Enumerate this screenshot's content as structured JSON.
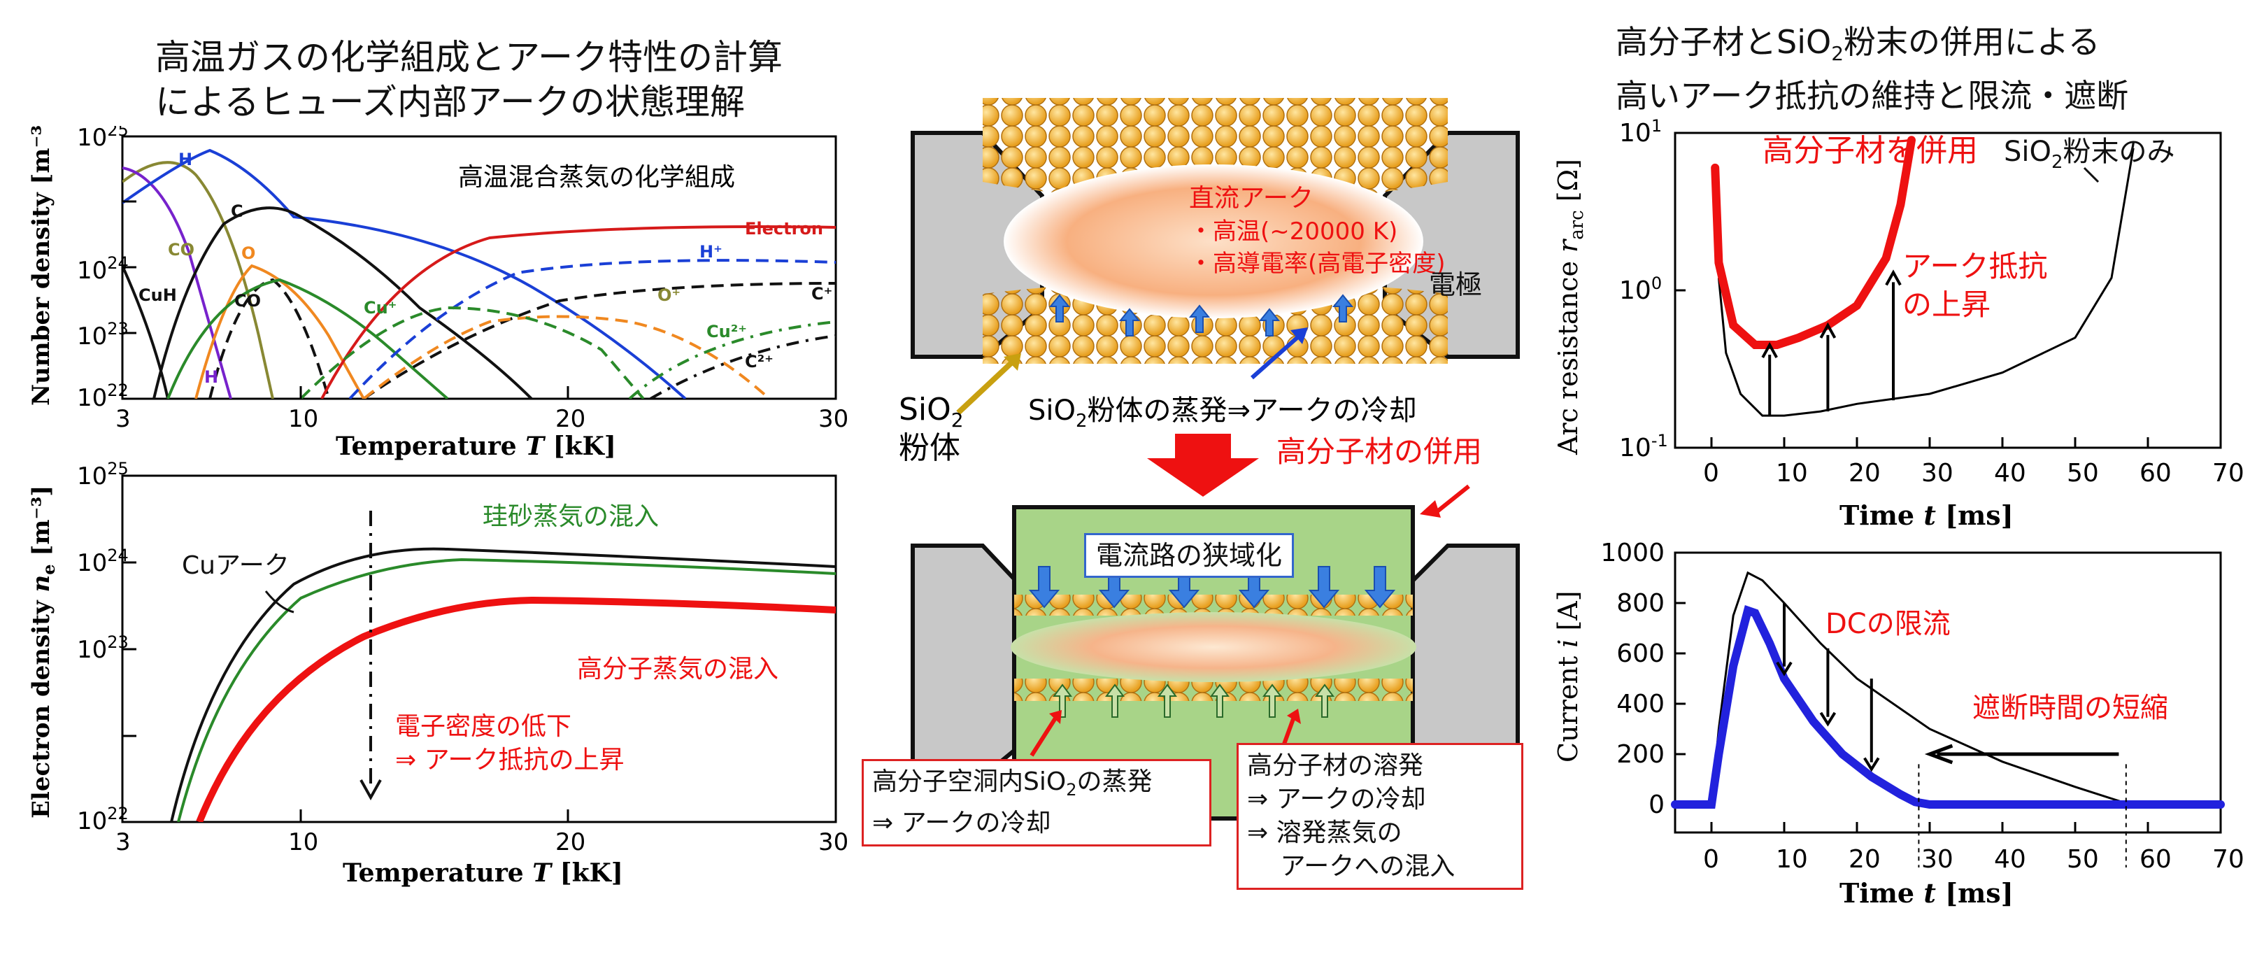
{
  "left": {
    "header_line1": "高温ガスの化学組成とアーク特性の計算",
    "header_line2": "によるヒューズ内部アークの状態理解",
    "top_chart": {
      "title": "高温混合蒸気の化学組成",
      "ylabel": "Number density  [m⁻³]",
      "xlabel_prefix": "Temperature ",
      "xlabel_var": "T",
      "xlabel_unit": " [kK]",
      "yticks": [
        "10",
        "10",
        "10",
        "10"
      ],
      "yexp": [
        "22",
        "23",
        "24",
        "25"
      ],
      "xticks": [
        "3",
        "10",
        "20",
        "30"
      ],
      "species": [
        "H",
        "CO",
        "C",
        "O",
        "CuH",
        "CO",
        "H",
        "Electron",
        "H⁺",
        "O⁺",
        "Cu⁺",
        "C⁺",
        "Cu²⁺",
        "C²⁺"
      ]
    },
    "bottom_chart": {
      "ylabel_prefix": "Electron density ",
      "ylabel_var": "n",
      "ylabel_sub": "e",
      "ylabel_unit": " [m⁻³]",
      "xlabel_prefix": "Temperature ",
      "xlabel_var": "T",
      "xlabel_unit": " [kK]",
      "yexp": [
        "22",
        "23",
        "24",
        "25"
      ],
      "xticks": [
        "3",
        "10",
        "20",
        "30"
      ],
      "label_cu": "Cuアーク",
      "label_sand": "珪砂蒸気の混入",
      "label_polymer": "高分子蒸気の混入",
      "note_line1": "電子密度の低下",
      "note_line2": "⇒ アーク抵抗の上昇"
    }
  },
  "center": {
    "arc_title": "直流アーク",
    "arc_b1": "・高温(~20000 K)",
    "arc_b2": "・高導電率(高電子密度)",
    "electrode": "電極",
    "sio2_a": "SiO",
    "sio2_b": "2",
    "powder": "粉体",
    "evap_caption_a": "SiO",
    "evap_caption_b": "2",
    "evap_caption_c": "粉体の蒸発⇒アークの冷却",
    "polymer_combined": "高分子材の併用",
    "narrow_path": "電流路の狭域化",
    "box_left_l1_a": "高分子空洞内SiO",
    "box_left_l1_b": "2",
    "box_left_l1_c": "の蒸発",
    "box_left_l2": "⇒ アークの冷却",
    "box_right_l1": "高分子材の溶発",
    "box_right_l2": "⇒ アークの冷却",
    "box_right_l3": "⇒ 溶発蒸気の",
    "box_right_l4": "　 アークへの混入"
  },
  "right": {
    "header_line1_a": "高分子材と",
    "header_line1_b": "SiO",
    "header_line1_c": "2",
    "header_line1_d": "粉末の併用による",
    "header_line2": "高いアーク抵抗の維持と限流・遮断",
    "colors": {
      "red": "#ee1111",
      "blue": "#2222dd",
      "black": "#000000"
    },
    "chart_data": [
      {
        "type": "line",
        "ylabel": "Arc resistance r_arc [Ω]",
        "xlabel": "Time t [ms]",
        "yscale": "log",
        "ylim": [
          0.1,
          10
        ],
        "xlim": [
          -5,
          70
        ],
        "xticks": [
          "0",
          "10",
          "20",
          "30",
          "40",
          "50",
          "60",
          "70"
        ],
        "yticks_exp": [
          "-1",
          "0",
          "1"
        ],
        "series": [
          {
            "name": "高分子材を併用",
            "x": [
              0.5,
              1,
              3,
              6,
              9,
              12,
              16,
              20,
              24,
              26,
              27.5
            ],
            "y": [
              6,
              1.5,
              0.6,
              0.45,
              0.45,
              0.5,
              0.6,
              0.8,
              1.6,
              3.5,
              9
            ]
          },
          {
            "name": "SiO2粉末のみ",
            "x": [
              1,
              2,
              4,
              7,
              10,
              15,
              20,
              30,
              40,
              50,
              55,
              58
            ],
            "y": [
              1.2,
              0.4,
              0.22,
              0.16,
              0.16,
              0.17,
              0.19,
              0.22,
              0.3,
              0.5,
              1.2,
              8
            ]
          }
        ],
        "label_polymer": "高分子材を併用",
        "label_sio2_a": "SiO",
        "label_sio2_b": "2",
        "label_sio2_c": "粉末のみ",
        "rise_l1": "アーク抵抗",
        "rise_l2": "の上昇"
      },
      {
        "type": "line",
        "ylabel": "Current i [A]",
        "xlabel": "Time t [ms]",
        "ylim": [
          0,
          1000
        ],
        "xlim": [
          -5,
          70
        ],
        "xticks": [
          "0",
          "10",
          "20",
          "30",
          "40",
          "50",
          "60",
          "70"
        ],
        "yticks": [
          "0",
          "200",
          "400",
          "600",
          "800",
          "1000"
        ],
        "series": [
          {
            "name": "blue",
            "x": [
              -5,
              0,
              1,
              3,
              5,
              6,
              8,
              10,
              14,
              18,
              22,
              26,
              28,
              30,
              70
            ],
            "y": [
              0,
              0,
              200,
              550,
              770,
              760,
              640,
              500,
              330,
              200,
              110,
              40,
              10,
              0,
              0
            ]
          },
          {
            "name": "black",
            "x": [
              -5,
              0,
              1,
              3,
              5,
              7,
              10,
              15,
              20,
              30,
              40,
              50,
              57,
              60,
              70
            ],
            "y": [
              0,
              0,
              300,
              750,
              920,
              890,
              800,
              640,
              500,
              300,
              170,
              70,
              5,
              0,
              0
            ]
          }
        ],
        "label_dc": "DCの限流",
        "label_short": "遮断時間の短縮"
      }
    ]
  }
}
